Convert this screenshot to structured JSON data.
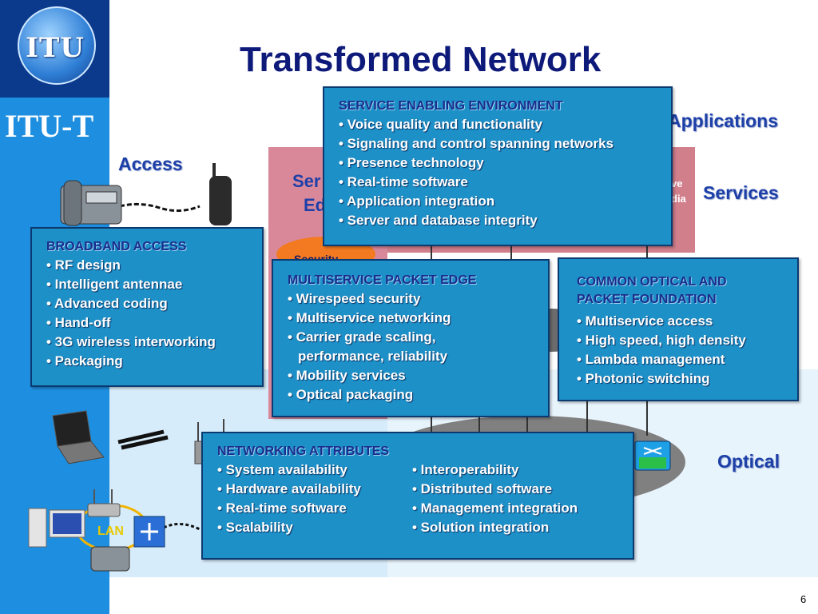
{
  "slide": {
    "title": "Transformed Network",
    "org_label": "ITU-T",
    "logo_text": "ITU",
    "page_number": "6"
  },
  "layers": {
    "access": "Access",
    "applications": "Applications",
    "services": "Services",
    "optical": "Optical"
  },
  "background_text": {
    "service_edge_line1": "Ser",
    "service_edge_line2": "Ed",
    "right_fragment_1": "ve",
    "right_fragment_2": "dia",
    "security": "Security",
    "lan": "LAN"
  },
  "boxes": {
    "service_enabling": {
      "header": "SERVICE ENABLING ENVIRONMENT",
      "items": [
        "• Voice quality and functionality",
        "• Signaling and control spanning networks",
        "• Presence technology",
        "• Real-time software",
        "• Application integration",
        "• Server and database integrity"
      ]
    },
    "broadband_access": {
      "header": "BROADBAND ACCESS",
      "items": [
        "• RF design",
        "• Intelligent antennae",
        "• Advanced coding",
        "• Hand-off",
        "• 3G wireless interworking",
        "• Packaging"
      ]
    },
    "multiservice_edge": {
      "header": "MULTISERVICE PACKET EDGE",
      "items": [
        "• Wirespeed security",
        "• Multiservice networking",
        "• Carrier grade scaling,",
        "performance, reliability",
        "• Mobility services",
        "• Optical packaging"
      ]
    },
    "optical_foundation": {
      "header_line1": "COMMON OPTICAL AND",
      "header_line2": "PACKET FOUNDATION",
      "items": [
        "• Multiservice access",
        "• High speed, high density",
        "• Lambda management",
        "• Photonic switching"
      ]
    },
    "networking_attributes": {
      "header": "NETWORKING ATTRIBUTES",
      "left_items": [
        "• System availability",
        "• Hardware availability",
        "• Real-time software",
        "• Scalability"
      ],
      "right_items": [
        "• Interoperability",
        "• Distributed software",
        "• Management integration",
        "• Solution integration"
      ]
    }
  },
  "colors": {
    "sidebar": "#1e8fe0",
    "box_fill": "#1e90c8",
    "title": "#0e1a7a",
    "layer_label": "#1d3fa8"
  }
}
